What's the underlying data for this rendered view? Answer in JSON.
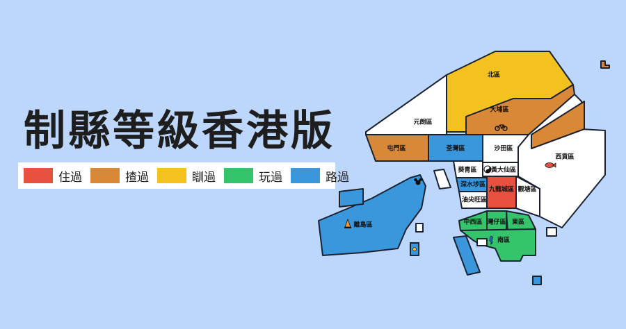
{
  "title": "制縣等級香港版",
  "legend": [
    {
      "label": "住過",
      "color": "#e8513f"
    },
    {
      "label": "揸過",
      "color": "#d98838"
    },
    {
      "label": "瞓過",
      "color": "#f4c21f"
    },
    {
      "label": "玩過",
      "color": "#35c46c"
    },
    {
      "label": "路過",
      "color": "#3a97dc"
    }
  ],
  "districts": {
    "north": "北區",
    "yuen_long": "元朗區",
    "tai_po": "大埔區",
    "tuen_mun": "屯門區",
    "tsuen_wan": "荃灣區",
    "sha_tin": "沙田區",
    "sai_kung": "西貢區",
    "kwai_tsing": "葵青區",
    "wong_tai_sin": "黃大仙區",
    "sham_shui_po": "深水埗區",
    "kowloon_city": "九龍城區",
    "kwun_tong": "觀塘區",
    "yau_tsim_mong": "油尖旺區",
    "islands": "離島區",
    "central_western": "中西區",
    "wan_chai": "灣仔區",
    "eastern": "東區",
    "southern": "南區"
  },
  "colors": {
    "background": "#bdd6fb",
    "none": "#ffffff",
    "outline": "#1a2230"
  },
  "icons": [
    "bicycle-icon",
    "yin-yang-icon",
    "mickey-icon",
    "fish-icon",
    "traffic-cone-icon",
    "seahorse-icon"
  ]
}
